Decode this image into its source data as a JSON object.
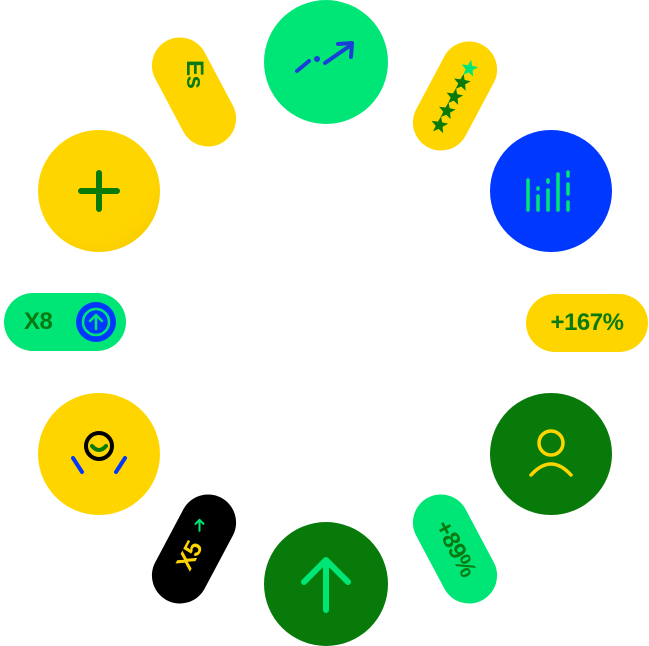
{
  "colors": {
    "yellow": "#FFD500",
    "green_light": "#00E676",
    "green_dark": "#077A0A",
    "blue": "#0038FF",
    "black": "#000000"
  },
  "badges": {
    "es": {
      "label": "Es"
    },
    "rating": {
      "icon": "five-star-rating-icon"
    },
    "growth_chart": {
      "icon": "trending-up-arrow-icon"
    },
    "add": {
      "icon": "plus-icon"
    },
    "equalizer": {
      "icon": "bar-levels-icon"
    },
    "multiplier_x8": {
      "label": "X8",
      "icon": "arrow-up-circle-icon"
    },
    "percent_167": {
      "label": "+167%"
    },
    "happy_user": {
      "icon": "smiling-person-icon"
    },
    "user": {
      "icon": "user-icon"
    },
    "multiplier_x5": {
      "label": "X5",
      "icon": "small-arrow-up-icon"
    },
    "up": {
      "icon": "arrow-up-icon"
    },
    "percent_89": {
      "label": "+89%"
    }
  }
}
